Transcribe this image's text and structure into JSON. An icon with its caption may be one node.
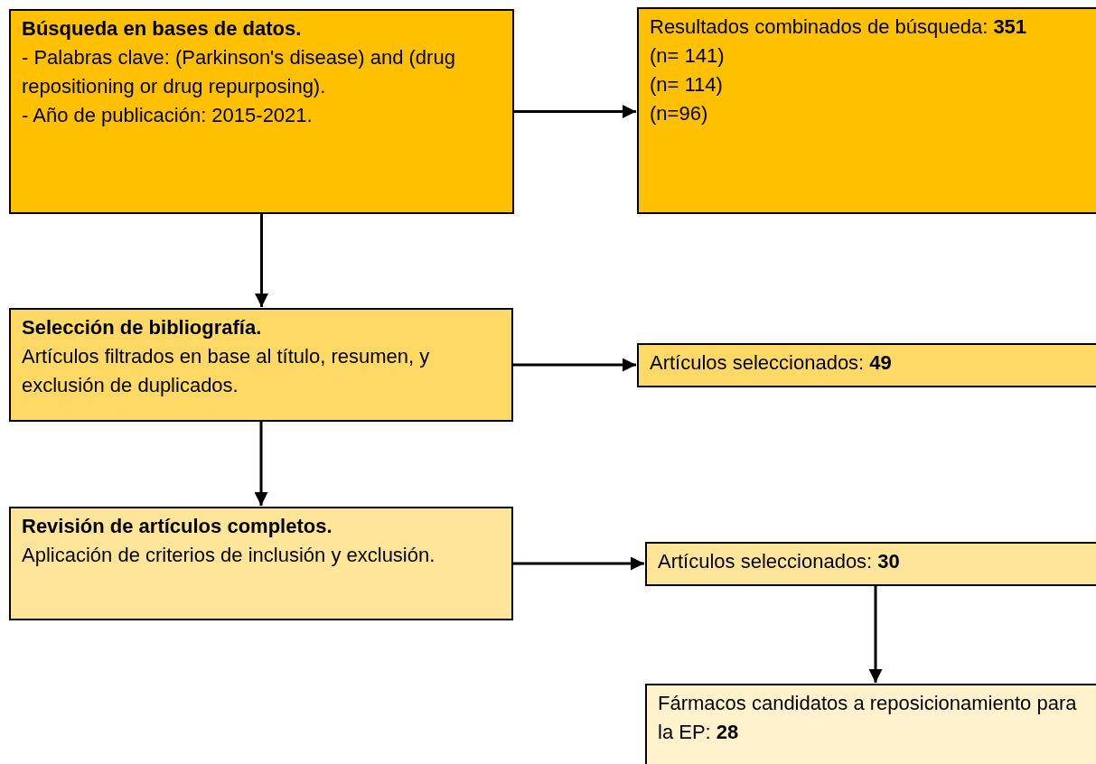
{
  "diagram": {
    "nodes": [
      {
        "text": [
          "Búsqueda en bases de datos.",
          "- Palabras clave: (Parkinson's disease) and (drug repositioning or drug repurposing).",
          "- Año de publicación: 2015-2021."
        ]
      },
      {
        "text": [
          "Resultados combinados de búsqueda: **351**",
          "(n= 141)",
          "(n= 114)",
          "(n=96)"
        ]
      },
      {
        "text": [
          "Selección de bibliografía.",
          "Artículos filtrados en base al título, resumen, y exclusión de duplicados."
        ]
      },
      {
        "text": [
          "Artículos seleccionados: **49**"
        ]
      },
      {
        "text": [
          "Revisión de artículos completos.",
          "Aplicación de criterios de inclusión y exclusión."
        ]
      },
      {
        "text": [
          "Artículos seleccionados: **30**"
        ]
      },
      {
        "text": [
          "Fármacos candidatos a reposicionamiento para la EP: **28**"
        ]
      }
    ],
    "edges": [
      {
        "from": 0,
        "to": 1,
        "arrow": "to"
      },
      {
        "from": 0,
        "to": 2,
        "arrow": "to"
      },
      {
        "from": 2,
        "to": 3,
        "arrow": "to"
      },
      {
        "from": 2,
        "to": 4,
        "arrow": "to"
      },
      {
        "from": 4,
        "to": 5,
        "arrow": "to"
      },
      {
        "from": 5,
        "to": 6,
        "arrow": "to"
      }
    ]
  }
}
